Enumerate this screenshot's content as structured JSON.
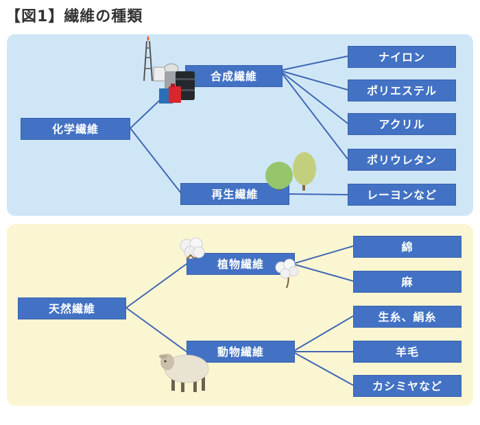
{
  "title": "【図1】繊維の種類",
  "colors": {
    "node": "#4372c4",
    "line": "#3f66b4",
    "chemical_bg": "#cfe6f7",
    "natural_bg": "#fbf6d2"
  },
  "chemical": {
    "root": "化学繊維",
    "synthetic": {
      "label": "合成繊維",
      "children": [
        "ナイロン",
        "ポリエステル",
        "アクリル",
        "ポリウレタン"
      ]
    },
    "regenerated": {
      "label": "再生繊維",
      "children": [
        "レーヨンなど"
      ]
    }
  },
  "natural": {
    "root": "天然繊維",
    "plant": {
      "label": "植物繊維",
      "children": [
        "綿",
        "麻"
      ]
    },
    "animal": {
      "label": "動物繊維",
      "children": [
        "生糸、絹糸",
        "羊毛",
        "カシミヤなど"
      ]
    }
  },
  "icons": [
    "factory-oil-drums-icon",
    "trees-icon",
    "cotton-flower-icon",
    "cotton-boll-icon",
    "sheep-icon"
  ]
}
